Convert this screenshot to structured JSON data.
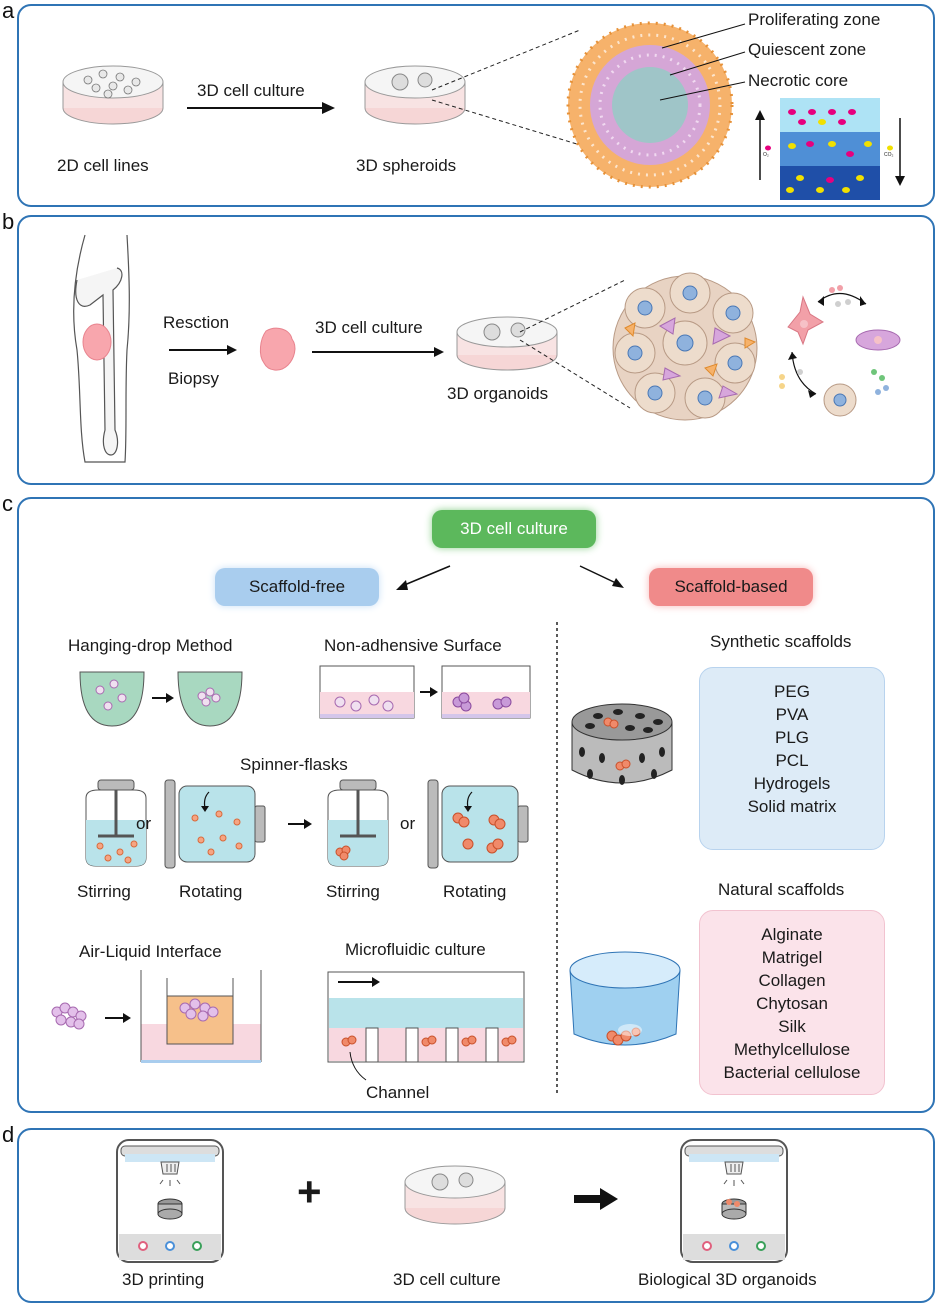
{
  "panel_labels": [
    "a",
    "b",
    "c",
    "d"
  ],
  "panel_a": {
    "left_caption": "2D cell lines",
    "arrow_label": "3D cell culture",
    "mid_caption": "3D spheroids",
    "zones": [
      "Proliferating zone",
      "Quiescent zone",
      "Necrotic core"
    ],
    "gradient_left": "O₂",
    "gradient_right": "CO₂"
  },
  "panel_b": {
    "resection": "Resction",
    "biopsy": "Biopsy",
    "arrow_label": "3D cell culture",
    "caption": "3D organoids"
  },
  "panel_c": {
    "root": "3D cell culture",
    "scaffold_free": "Scaffold-free",
    "scaffold_based": "Scaffold-based",
    "hanging_drop": "Hanging-drop Method",
    "non_adhesive": "Non-adhensive Surface",
    "spinner": "Spinner-flasks",
    "or": "or",
    "stirring": "Stirring",
    "rotating": "Rotating",
    "air_liquid": "Air-Liquid Interface",
    "microfluidic": "Microfluidic culture",
    "channel": "Channel",
    "synthetic_title": "Synthetic scaffolds",
    "synthetic_items": [
      "PEG",
      "PVA",
      "PLG",
      "PCL",
      "Hydrogels",
      "Solid matrix"
    ],
    "natural_title": "Natural scaffolds",
    "natural_items": [
      "Alginate",
      "Matrigel",
      "Collagen",
      "Chytosan",
      "Silk",
      "Methylcellulose",
      "Bacterial cellulose"
    ]
  },
  "panel_d": {
    "left": "3D printing",
    "plus": "+",
    "mid": "3D cell culture",
    "right": "Biological 3D organoids"
  },
  "colors": {
    "border": "#2f74b5",
    "green_pill": "#5cb85c",
    "blue_pill": "#a9cdee",
    "red_pill": "#f08a8a",
    "synthetic_box": "#ddebf7",
    "natural_box": "#fbe3ea"
  }
}
